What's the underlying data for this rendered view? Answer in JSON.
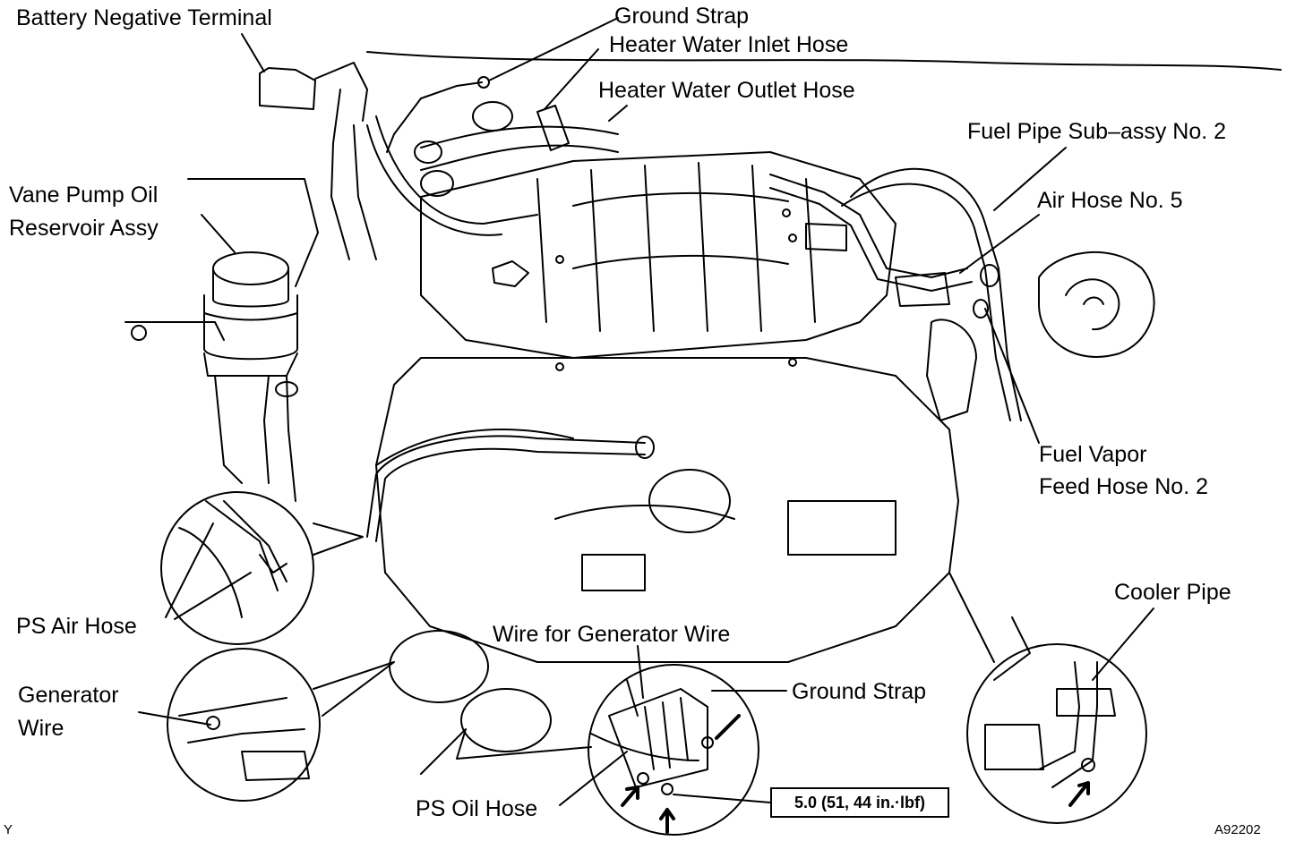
{
  "labels": {
    "battery_negative_terminal": "Battery Negative Terminal",
    "ground_strap_top": "Ground Strap",
    "heater_water_inlet_hose": "Heater Water Inlet Hose",
    "heater_water_outlet_hose": "Heater Water Outlet Hose",
    "fuel_pipe_sub_assy_no2": "Fuel Pipe Sub–assy No. 2",
    "air_hose_no5": "Air Hose No. 5",
    "vane_pump_line1": "Vane Pump Oil",
    "vane_pump_line2": "Reservoir Assy",
    "fuel_vapor_line1": "Fuel Vapor",
    "fuel_vapor_line2": "Feed Hose No. 2",
    "ps_air_hose": "PS Air Hose",
    "generator_wire_line1": "Generator",
    "generator_wire_line2": "Wire",
    "wire_for_generator_wire": "Wire for Generator Wire",
    "ground_strap_bottom": "Ground Strap",
    "cooler_pipe": "Cooler Pipe",
    "ps_oil_hose": "PS Oil Hose"
  },
  "torque_spec": "5.0 (51, 44 in.·lbf)",
  "corner_left": "Y",
  "figure_id": "A92202"
}
